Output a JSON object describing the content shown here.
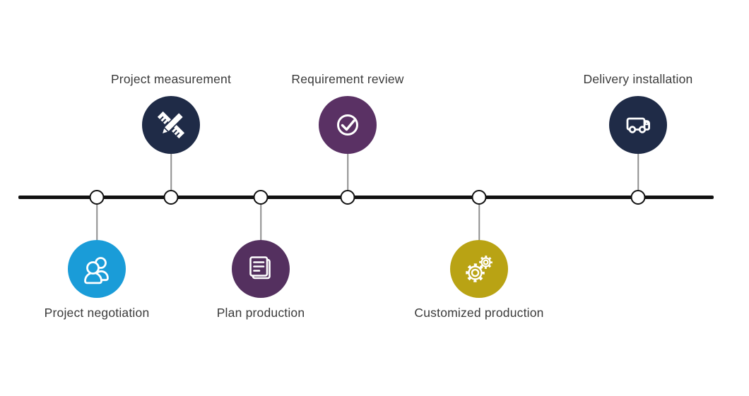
{
  "timeline": {
    "type": "process-timeline",
    "line_color": "#111111",
    "connector_color": "#8f8f8f",
    "label_color": "#3a3a3a",
    "nodes": [
      {
        "label": "Project negotiation",
        "icon": "people-icon",
        "color": "#1A9CD8",
        "side": "below"
      },
      {
        "label": "Project measurement",
        "icon": "ruler-pencil-icon",
        "color": "#1F2B47",
        "side": "above"
      },
      {
        "label": "Plan production",
        "icon": "documents-icon",
        "color": "#54305F",
        "side": "below"
      },
      {
        "label": "Requirement review",
        "icon": "check-circle-icon",
        "color": "#5A3164",
        "side": "above"
      },
      {
        "label": "Customized production",
        "icon": "gears-icon",
        "color": "#B9A314",
        "side": "below"
      },
      {
        "label": "Delivery installation",
        "icon": "truck-icon",
        "color": "#1F2B47",
        "side": "above"
      }
    ]
  }
}
